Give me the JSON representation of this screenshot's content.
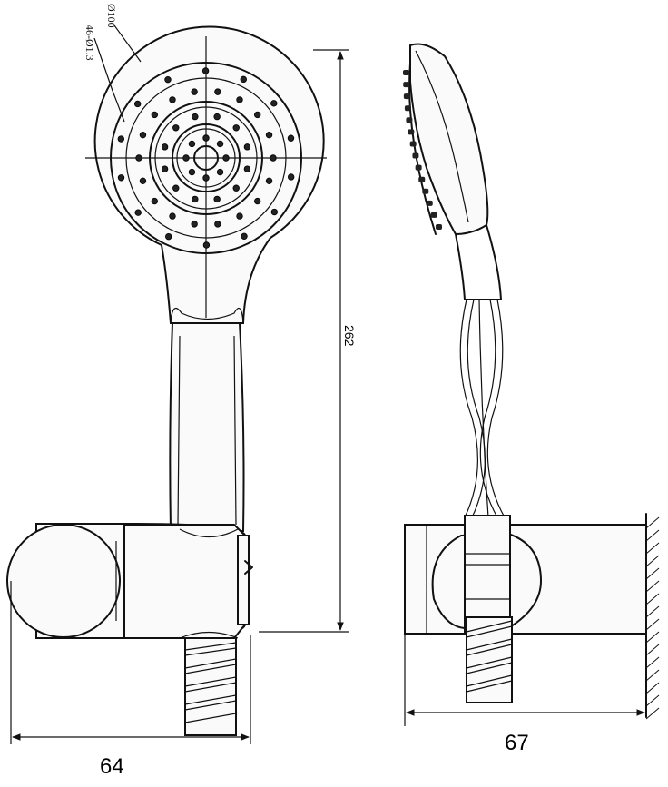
{
  "dimensions": {
    "width_front": "64",
    "width_side": "67",
    "height": "262",
    "face_diameter": "Ø100",
    "nozzles": "46-Ø1.3"
  },
  "colors": {
    "line": "#111111",
    "background": "#ffffff"
  }
}
